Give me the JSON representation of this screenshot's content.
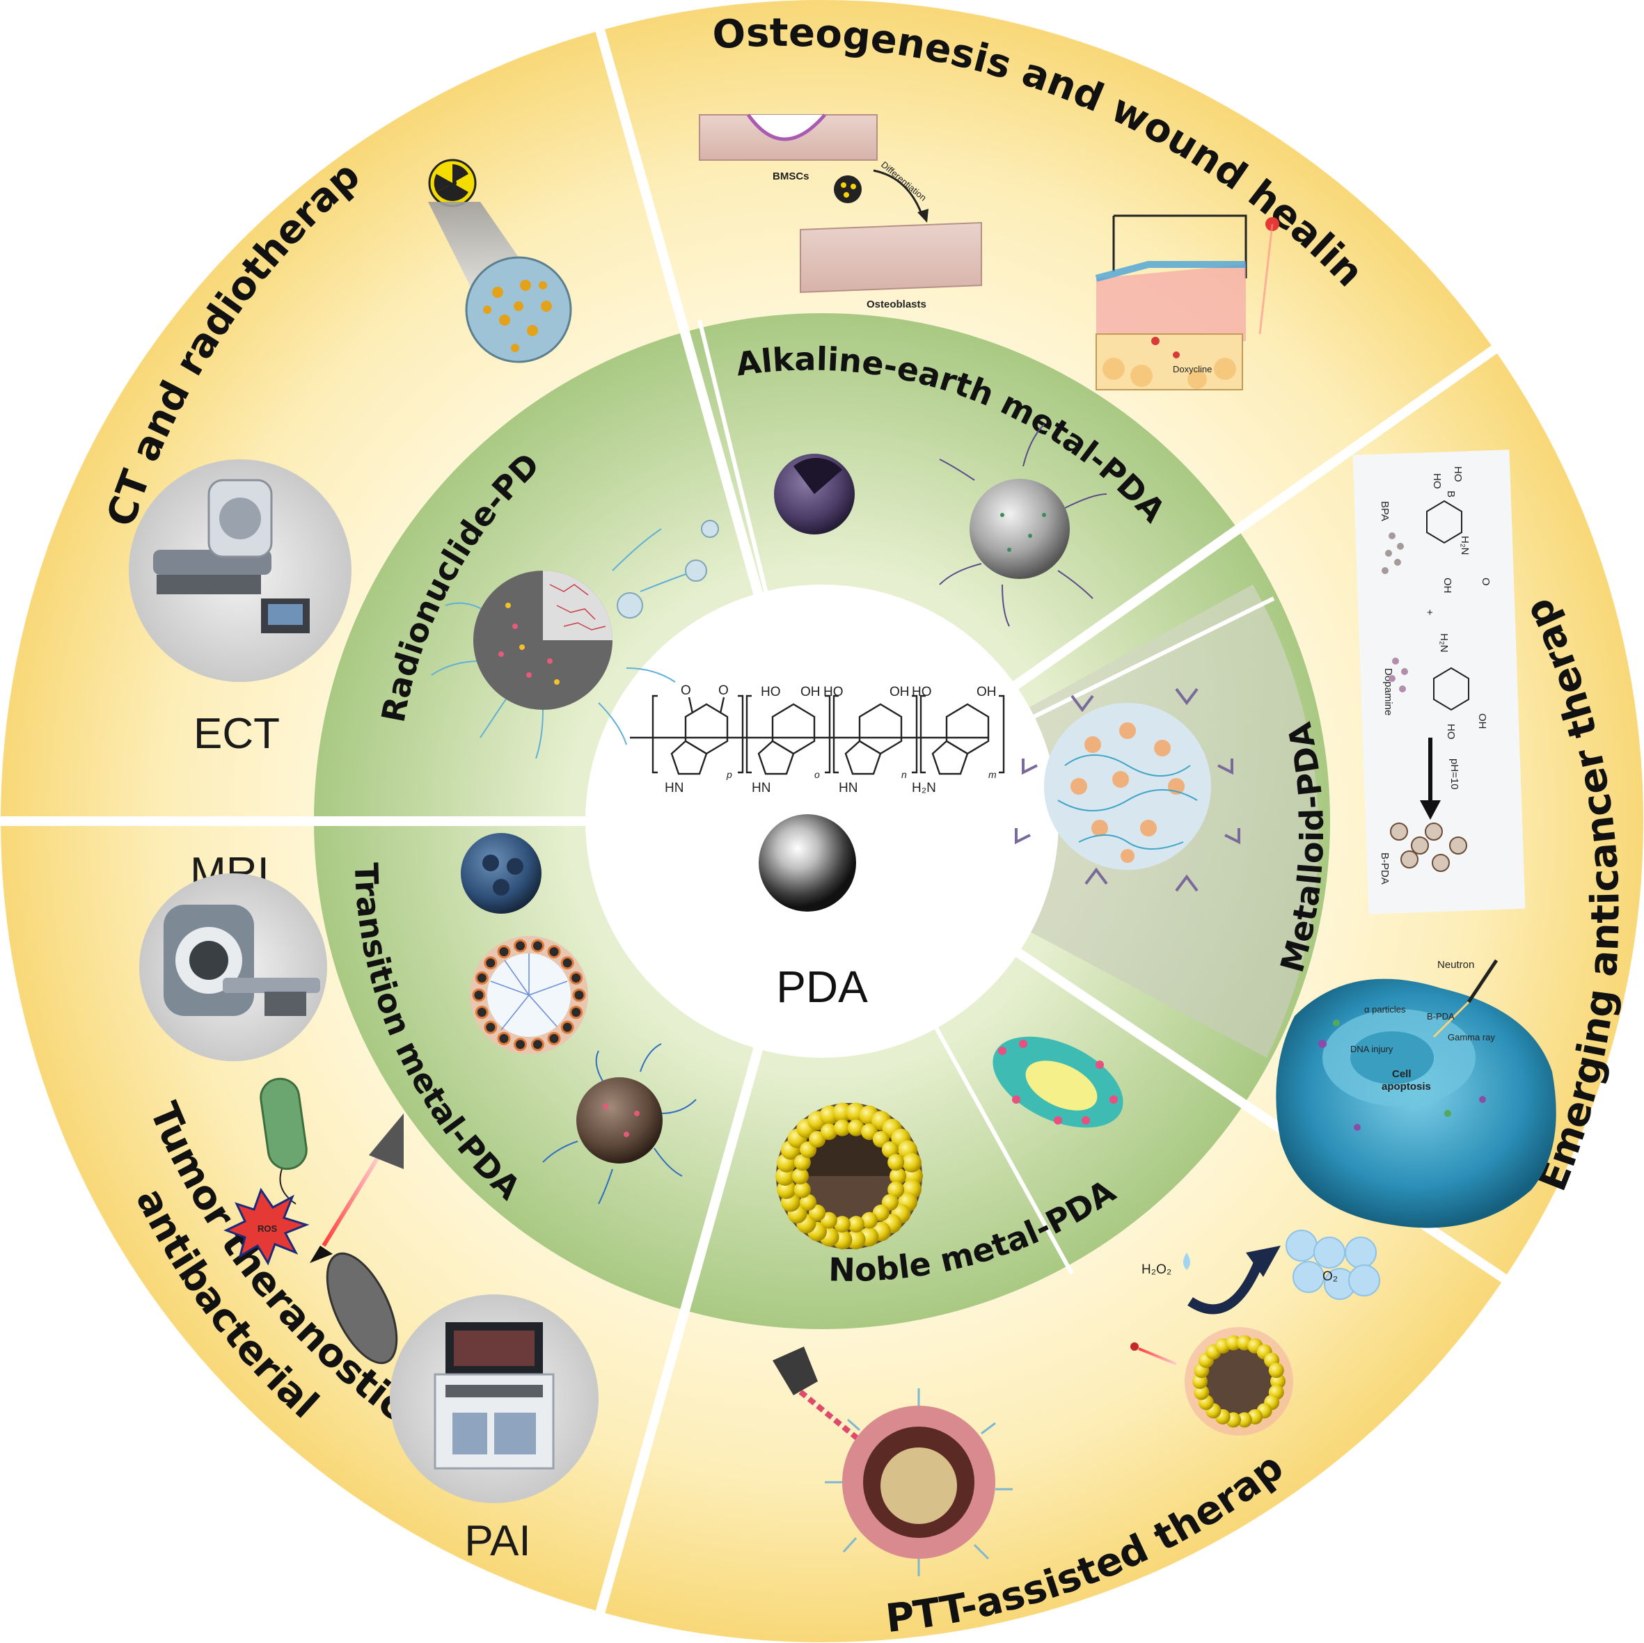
{
  "center": {
    "label": "PDA"
  },
  "chemistry": {
    "groups": [
      "O",
      "O",
      "HO",
      "OH",
      "HO",
      "OH",
      "HO",
      "OH"
    ],
    "amines": [
      "HN",
      "HN",
      "HN",
      "H₂N"
    ],
    "subscripts": [
      "p",
      "o",
      "n",
      "m"
    ]
  },
  "inner_ring": {
    "radionuclide": "Radionuclide-PDA",
    "alkaline_earth": "Alkaline-earth metal-PDA",
    "metalloid": "Metalloid-PDA",
    "noble": "Noble metal-PDA",
    "transition": "Transition metal-PDA"
  },
  "outer_ring": {
    "ct": "CT and radiotherapy",
    "osteo": "Osteogenesis and wound healing",
    "anticancer": "Emerging anticancer therapy",
    "ptt": "PTT-assisted therapy",
    "tumor_line1": "Tumor theranostics",
    "tumor_line2": "antibacterials"
  },
  "imaging": {
    "ect": "ECT",
    "mri": "MRI",
    "pai": "PAI"
  },
  "osteo_panel": {
    "bmscs": "BMSCs",
    "differentiation": "Differentiation",
    "osteoblasts": "Osteoblasts",
    "doxycline": "Doxycline"
  },
  "bnct_panel": {
    "bpa": "BPA",
    "dopamine": "Dopamine",
    "plus": "+",
    "ph": "pH=10",
    "bpda": "B-PDA",
    "ho1": "HO",
    "ho2": "HO",
    "b": "B",
    "nh2a": "H₂N",
    "oh_a": "OH",
    "o_a": "O",
    "nh2b": "H₂N",
    "oh_b": "OH",
    "ho_b": "HO",
    "neutron": "Neutron",
    "alpha": "α particles",
    "bpda2": "B-PDA",
    "gamma": "Gamma ray",
    "dna": "DNA injury",
    "apop1": "Cell",
    "apop2": "apoptosis"
  },
  "ptt_panel": {
    "h2o2": "H₂O₂",
    "o2": "O₂"
  },
  "tumor_panel": {
    "ros": "ROS"
  },
  "colors": {
    "outer_ring": "#fbe3a0",
    "outer_ring_light": "#fdf5d6",
    "inner_ring_green": "#b9d48c",
    "inner_ring_grey": "#cfd4c5",
    "divider": "#ffffff",
    "noble_gold": "#f2dc2a"
  }
}
